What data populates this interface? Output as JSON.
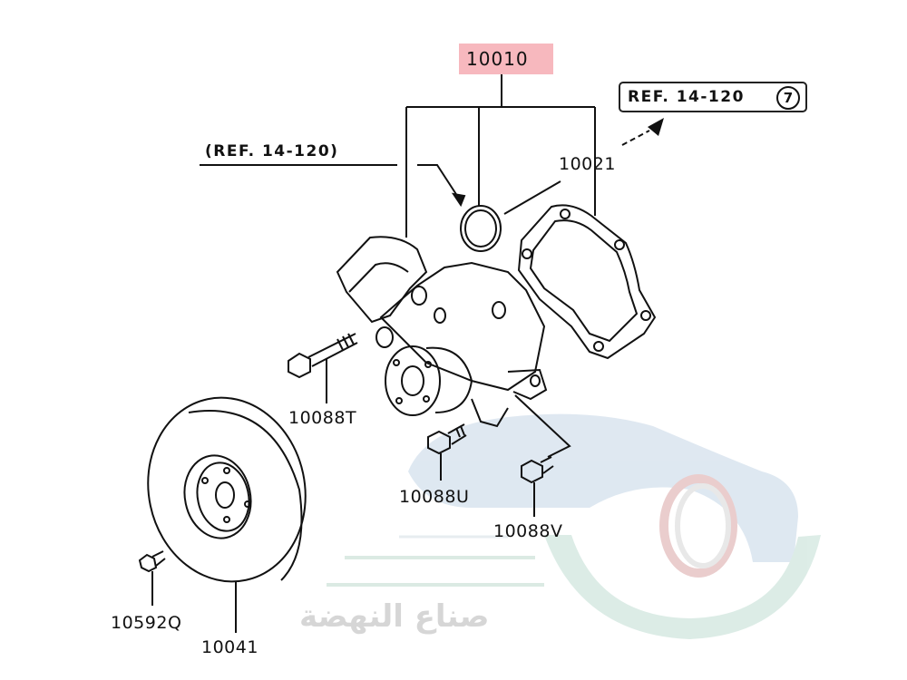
{
  "diagram": {
    "title": "Water pump assembly exploded view",
    "main_assembly": {
      "part_number": "10010",
      "highlight_color": "#f7b8be"
    },
    "references": {
      "boxed_ref": {
        "text": "REF. 14-120",
        "circled_number": "7"
      },
      "inline_ref": {
        "text": "(REF. 14-120)"
      }
    },
    "parts": [
      {
        "id": "gasket",
        "part_number": "10021"
      },
      {
        "id": "bolt-long",
        "part_number": "10088T"
      },
      {
        "id": "bolt-short-u",
        "part_number": "10088U"
      },
      {
        "id": "bolt-short-v",
        "part_number": "10088V"
      },
      {
        "id": "pulley-bolt",
        "part_number": "10592Q"
      },
      {
        "id": "pulley",
        "part_number": "10041"
      }
    ],
    "watermark": {
      "text": "صناع النهضة",
      "colors": {
        "blue": "#cfe0ee",
        "red": "#e8c4c4",
        "green": "#d4e8e0",
        "gray": "#e3e3e3"
      }
    },
    "line_color": "#111111"
  }
}
